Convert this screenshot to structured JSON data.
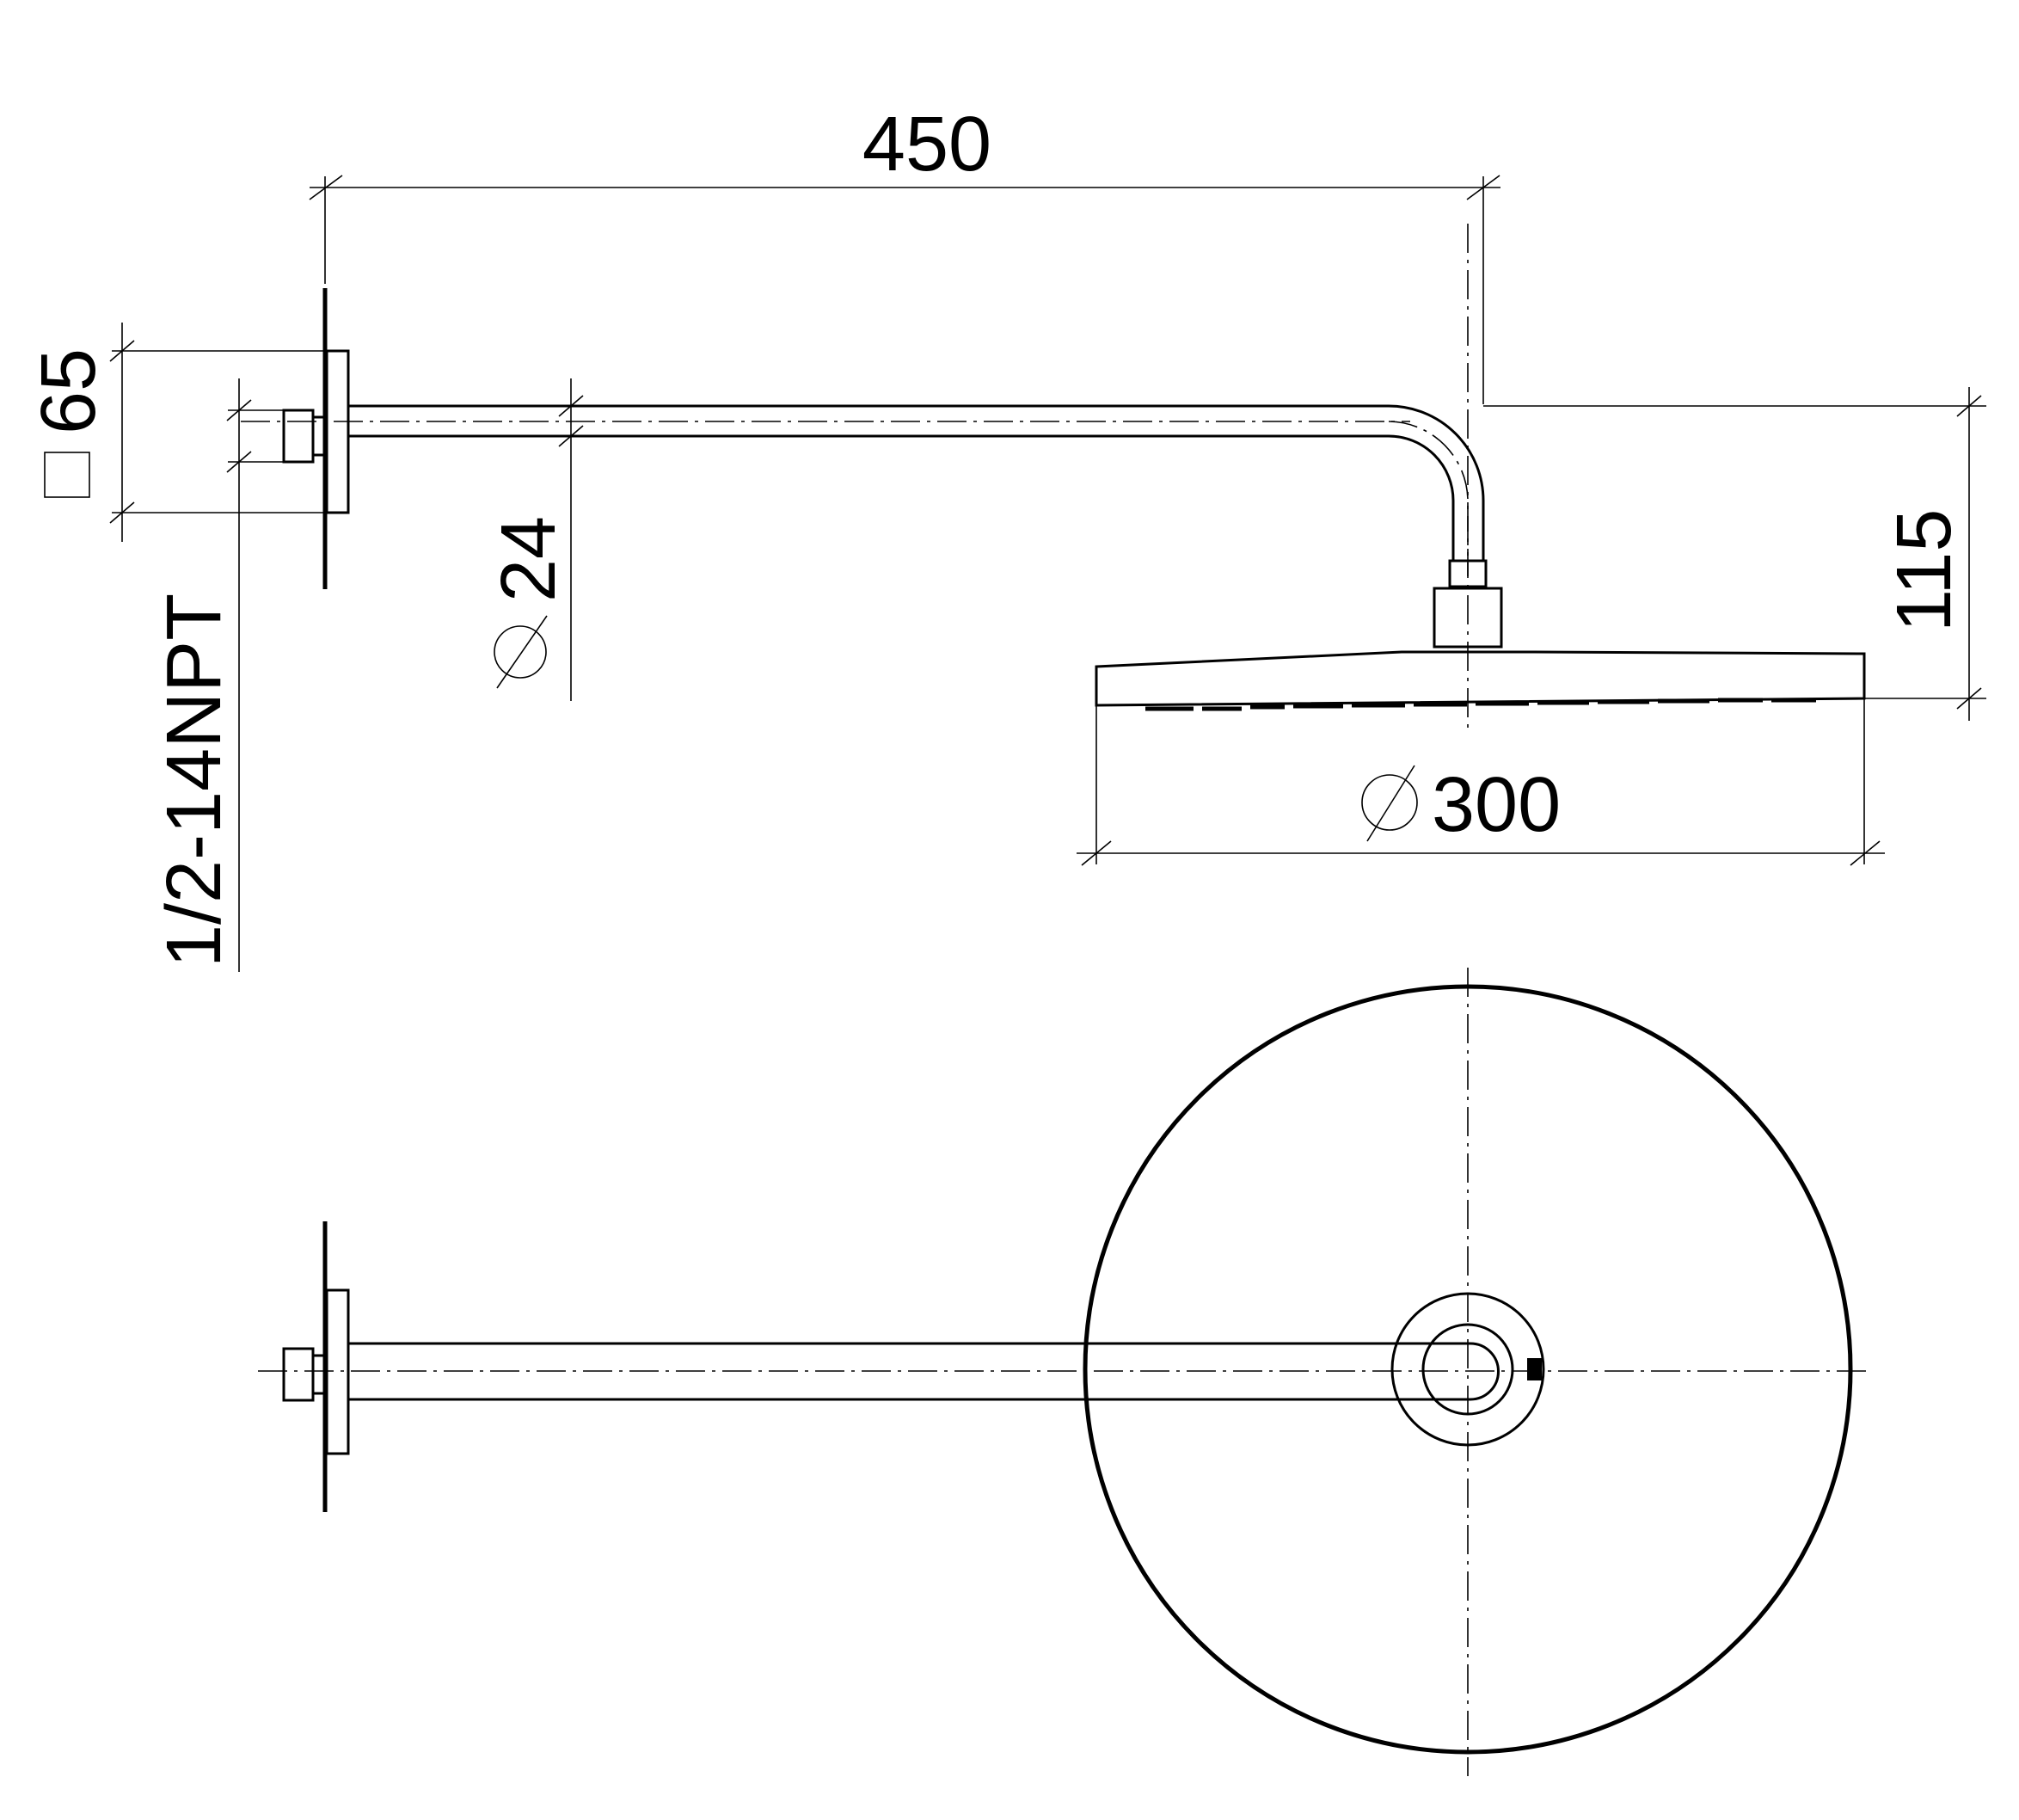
{
  "drawing": {
    "dimensions": {
      "arm_length": "450",
      "flange_square": "65",
      "pipe_diameter": "24",
      "thread_spec": "1/2-14NPT",
      "height": "115",
      "head_diameter": "300"
    },
    "symbols": {
      "diameter": "⌀",
      "square": "□"
    },
    "colors": {
      "line": "#000000",
      "background": "#ffffff"
    }
  }
}
